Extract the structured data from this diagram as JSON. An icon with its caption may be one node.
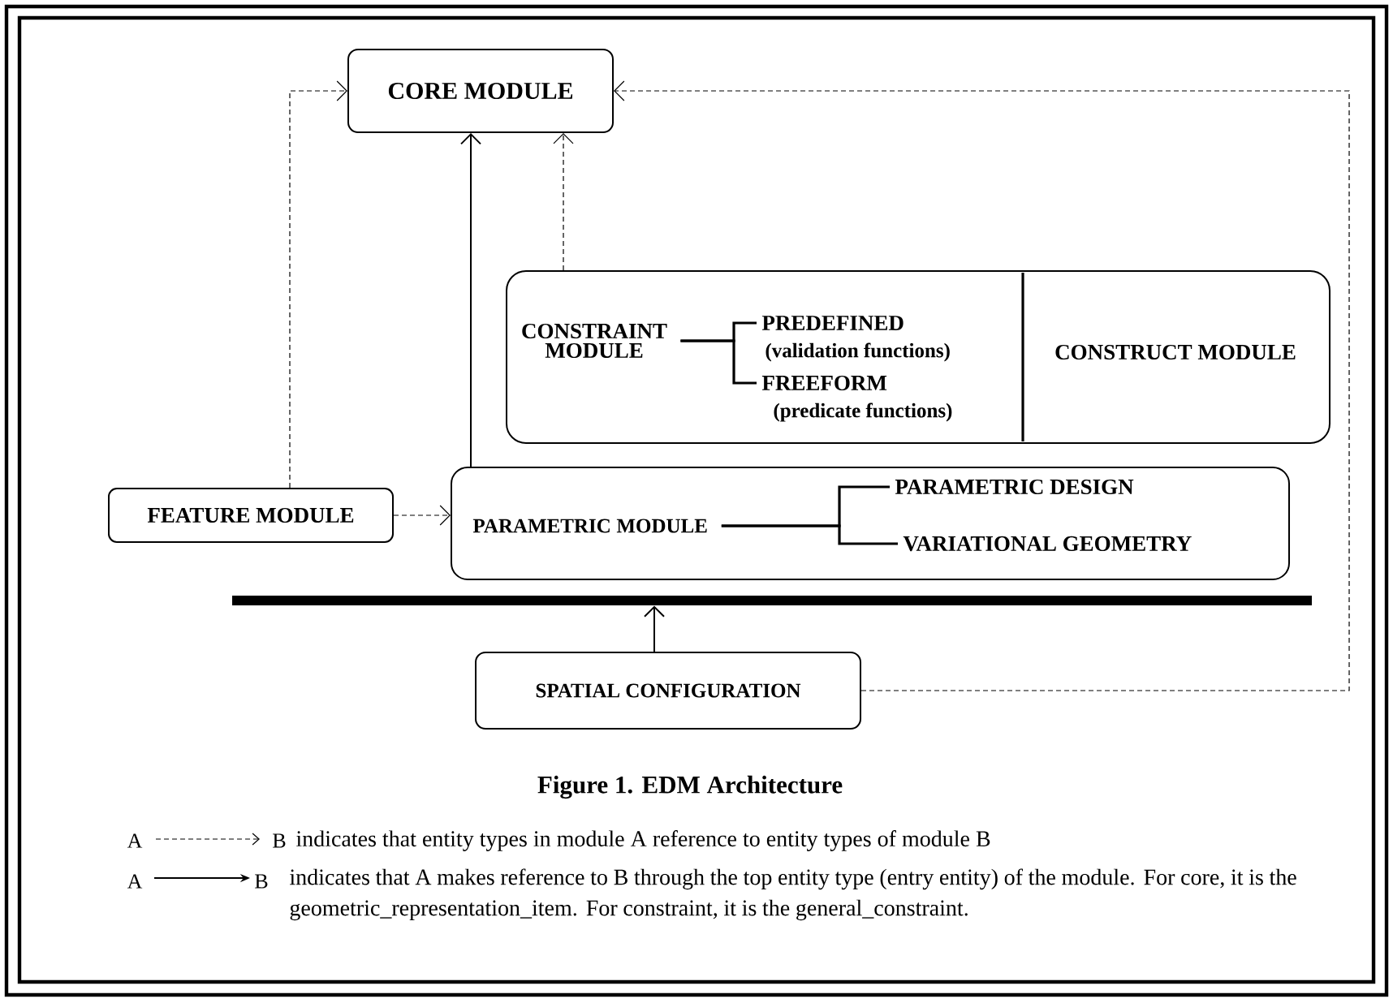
{
  "diagram": {
    "caption": "Figure 1. EDM Architecture",
    "nodes": [
      {
        "text": [
          "CORE MODULE"
        ]
      },
      {
        "text": [],
        "shape": "box"
      },
      {
        "text": [
          "CONSTRAINT MODULE"
        ],
        "in": 1
      },
      {
        "text": [
          "PREDEFINED"
        ],
        "beside": [
          "(validation functions)"
        ],
        "in": 1
      },
      {
        "text": [
          "FREEFORM"
        ],
        "beside": [
          "(predicate functions)"
        ],
        "in": 1
      },
      {
        "text": [
          "CONSTRUCT MODULE"
        ],
        "in": 1
      },
      {
        "text": [
          "FEATURE MODULE"
        ]
      },
      {
        "text": [],
        "shape": "box"
      },
      {
        "text": [
          "PARAMETRIC MODULE"
        ],
        "in": 7
      },
      {
        "text": [
          "PARAMETRIC DESIGN"
        ],
        "in": 7
      },
      {
        "text": [
          "VARIATIONAL GEOMETRY"
        ],
        "in": 7
      },
      {
        "text": [],
        "shape": "bar"
      },
      {
        "text": [
          "SPATIAL CONFIGURATION"
        ]
      }
    ],
    "edges": [
      {
        "from": 6,
        "to": 0,
        "arrow": "to",
        "style": "dashed"
      },
      {
        "from": 6,
        "to": 7,
        "arrow": "to",
        "style": "dashed"
      },
      {
        "from": 7,
        "to": 0,
        "arrow": "to"
      },
      {
        "from": 1,
        "to": 0,
        "arrow": "to",
        "style": "dashed"
      },
      {
        "from": 12,
        "to": 0,
        "arrow": "to",
        "style": "dashed"
      },
      {
        "from": 12,
        "to": 11,
        "arrow": "to"
      },
      {
        "from": 2,
        "to": 3,
        "arrow": "none"
      },
      {
        "from": 2,
        "to": 4,
        "arrow": "none"
      },
      {
        "from": 8,
        "to": 9,
        "arrow": "none"
      },
      {
        "from": 8,
        "to": 10,
        "arrow": "none"
      }
    ],
    "labels": [
      "A",
      "B",
      "A",
      "B"
    ],
    "legend": [
      {
        "text": "indicates that entity types in module A reference to entity types of module B"
      },
      {
        "text": "indicates that A makes reference to B through the top entity type (entry entity) of the module. For core, it is the geometric_representation_item. For constraint, it is the general_constraint."
      }
    ]
  }
}
